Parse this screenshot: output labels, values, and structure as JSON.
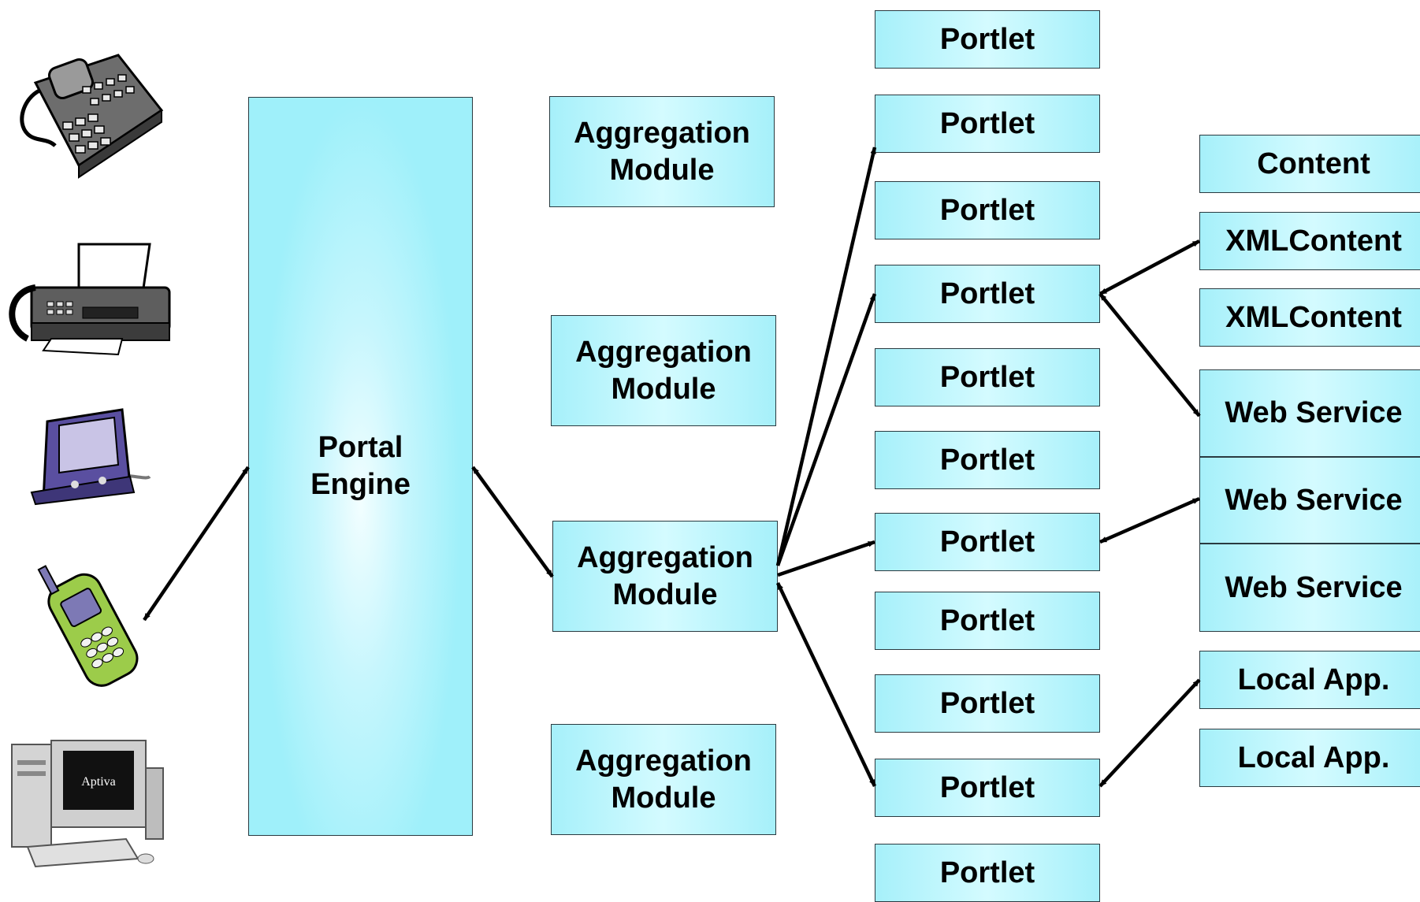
{
  "colors": {
    "box_fill_edge": "#a6f0fa",
    "box_fill_center": "#d4fbff",
    "box_border": "#2a3a40",
    "arrow": "#000000"
  },
  "devices": [
    {
      "name": "desk-phone-icon"
    },
    {
      "name": "fax-machine-icon"
    },
    {
      "name": "pda-icon"
    },
    {
      "name": "mobile-phone-icon"
    },
    {
      "name": "desktop-computer-icon"
    }
  ],
  "brand_label": "Aptiva",
  "engine": {
    "label": "Portal\nEngine"
  },
  "aggregation_modules": [
    {
      "label": "Aggregation\nModule"
    },
    {
      "label": "Aggregation\nModule"
    },
    {
      "label": "Aggregation\nModule"
    },
    {
      "label": "Aggregation\nModule"
    }
  ],
  "portlets": [
    {
      "label": "Portlet"
    },
    {
      "label": "Portlet"
    },
    {
      "label": "Portlet"
    },
    {
      "label": "Portlet"
    },
    {
      "label": "Portlet"
    },
    {
      "label": "Portlet"
    },
    {
      "label": "Portlet"
    },
    {
      "label": "Portlet"
    },
    {
      "label": "Portlet"
    },
    {
      "label": "Portlet"
    },
    {
      "label": "Portlet"
    }
  ],
  "sources": [
    {
      "label": "Content"
    },
    {
      "label": "XMLContent"
    },
    {
      "label": "XMLContent"
    },
    {
      "label": "Web Service"
    },
    {
      "label": "Web Service"
    },
    {
      "label": "Web Service"
    },
    {
      "label": "Local App."
    },
    {
      "label": "Local App."
    }
  ]
}
